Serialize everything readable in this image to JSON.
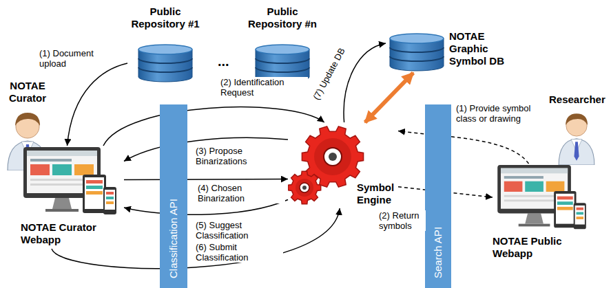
{
  "diagram": {
    "nodes": [
      {
        "text": [
          "Public Repository #1"
        ]
      },
      {
        "text": [
          "Public Repository #n"
        ]
      },
      {
        "text": [
          "NOTAE Graphic Symbol DB"
        ]
      },
      {
        "text": [
          "NOTAE Curator"
        ]
      },
      {
        "text": [
          "NOTAE Curator Webapp"
        ]
      },
      {
        "text": [
          "Classification API"
        ]
      },
      {
        "text": [
          "Symbol Engine"
        ]
      },
      {
        "text": [
          "Search API"
        ]
      },
      {
        "text": [
          "Researcher"
        ]
      },
      {
        "text": [
          "NOTAE Public Webapp"
        ]
      }
    ],
    "edges": [
      {
        "from": 0,
        "to": 4,
        "label": "(1) Document upload",
        "arrow": "to"
      },
      {
        "from": 4,
        "to": 6,
        "label": "(2) Identification Request",
        "arrow": "to"
      },
      {
        "from": 6,
        "to": 4,
        "label": "(3) Propose Binarizations",
        "arrow": "to"
      },
      {
        "from": 4,
        "to": 6,
        "label": "(4) Chosen Binarization",
        "arrow": "to"
      },
      {
        "from": 6,
        "to": 4,
        "label": "(5) Suggest Classification",
        "arrow": "to"
      },
      {
        "from": 4,
        "to": 6,
        "label": "(6) Submit Classification",
        "arrow": "to"
      },
      {
        "from": 6,
        "to": 2,
        "label": "(7) Update DB",
        "arrow": "to"
      },
      {
        "from": 6,
        "to": 2,
        "arrow": "both"
      },
      {
        "from": 9,
        "to": 6,
        "label": "(1) Provide symbol class or drawing",
        "arrow": "to"
      },
      {
        "from": 6,
        "to": 9,
        "label": "(2) Return symbols",
        "arrow": "to"
      }
    ],
    "labels": [
      "..."
    ]
  }
}
